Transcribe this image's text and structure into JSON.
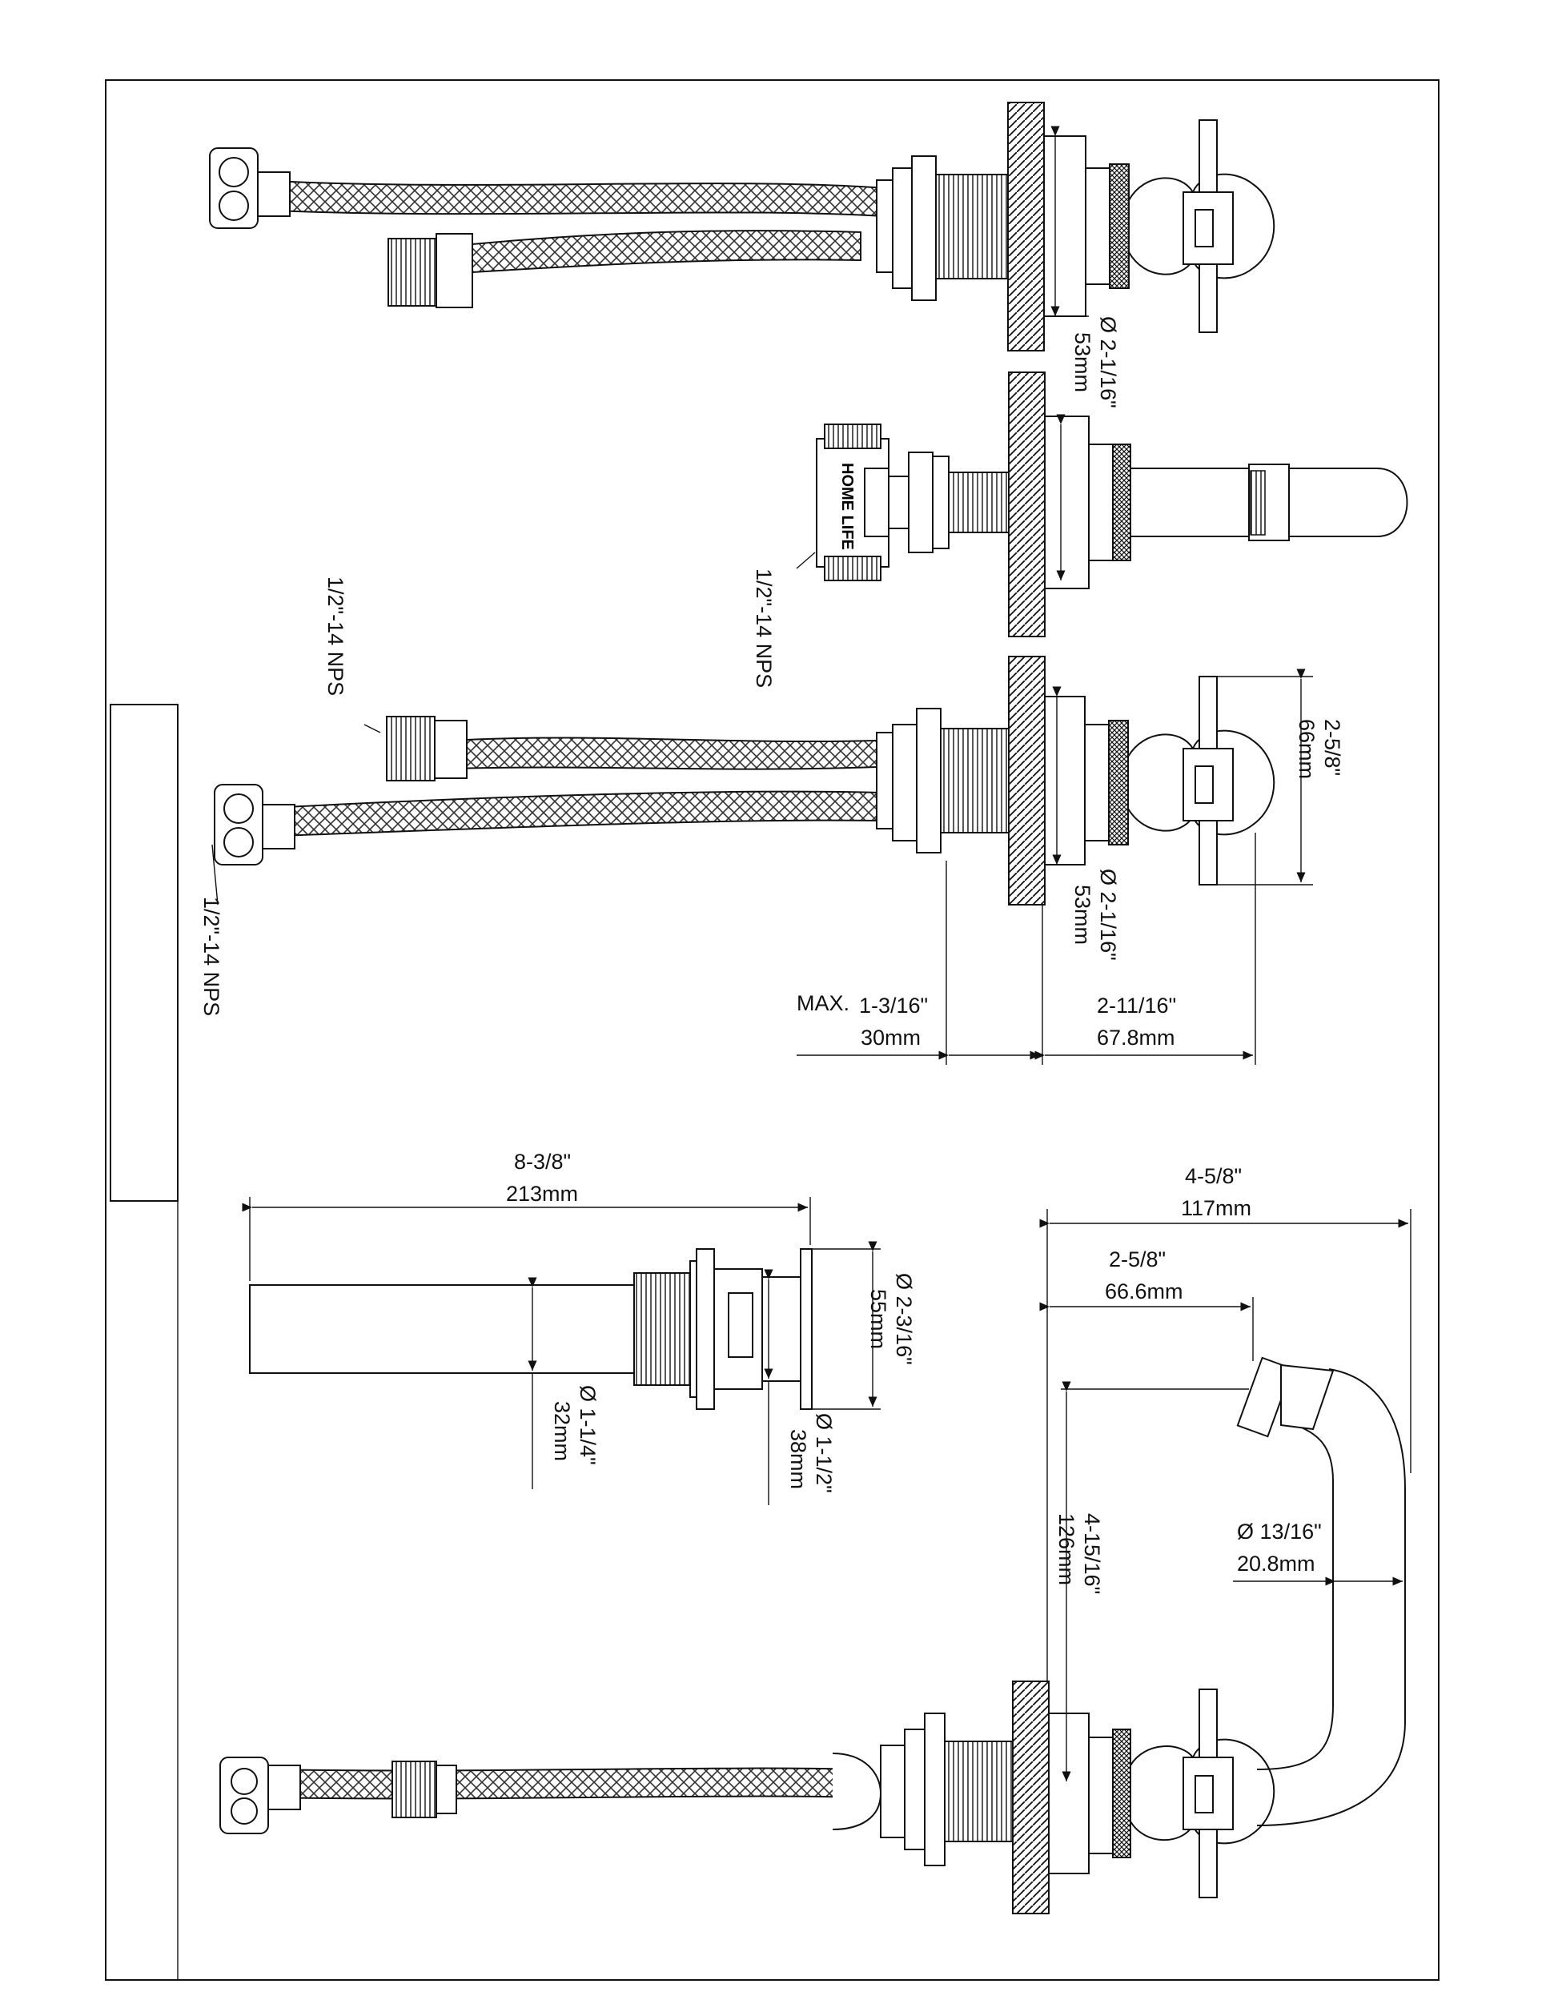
{
  "brand_stamp": "HOME LIFE",
  "labels": {
    "nps_top": "1/2\"-14 NPS",
    "nps_mid": "1/2\"-14 NPS",
    "nps_left": "1/2\"-14 NPS",
    "max": "MAX."
  },
  "dimensions": {
    "top_dia_in": "2-1/16\"",
    "top_dia_mm": "53mm",
    "mid_dia_in": "2-1/16\"",
    "mid_dia_mm": "53mm",
    "handle_in": "2-5/8\"",
    "handle_mm": "66mm",
    "max_in": "1-3/16\"",
    "max_mm": "30mm",
    "depth_in": "2-11/16\"",
    "depth_mm": "67.8mm",
    "drain_len_in": "8-3/8\"",
    "drain_len_mm": "213mm",
    "flange_in": "2-3/16\"",
    "flange_mm": "55mm",
    "tail_in": "1-1/4\"",
    "tail_mm": "32mm",
    "body_in": "1-1/2\"",
    "body_mm": "38mm",
    "spout_reach_in": "4-5/8\"",
    "spout_reach_mm": "117mm",
    "spout_inner_in": "2-5/8\"",
    "spout_inner_mm": "66.6mm",
    "spout_height_in": "4-15/16\"",
    "spout_height_mm": "126mm",
    "spout_dia_in": "13/16\"",
    "spout_dia_mm": "20.8mm"
  },
  "symbols": {
    "diameter": "Ø"
  }
}
